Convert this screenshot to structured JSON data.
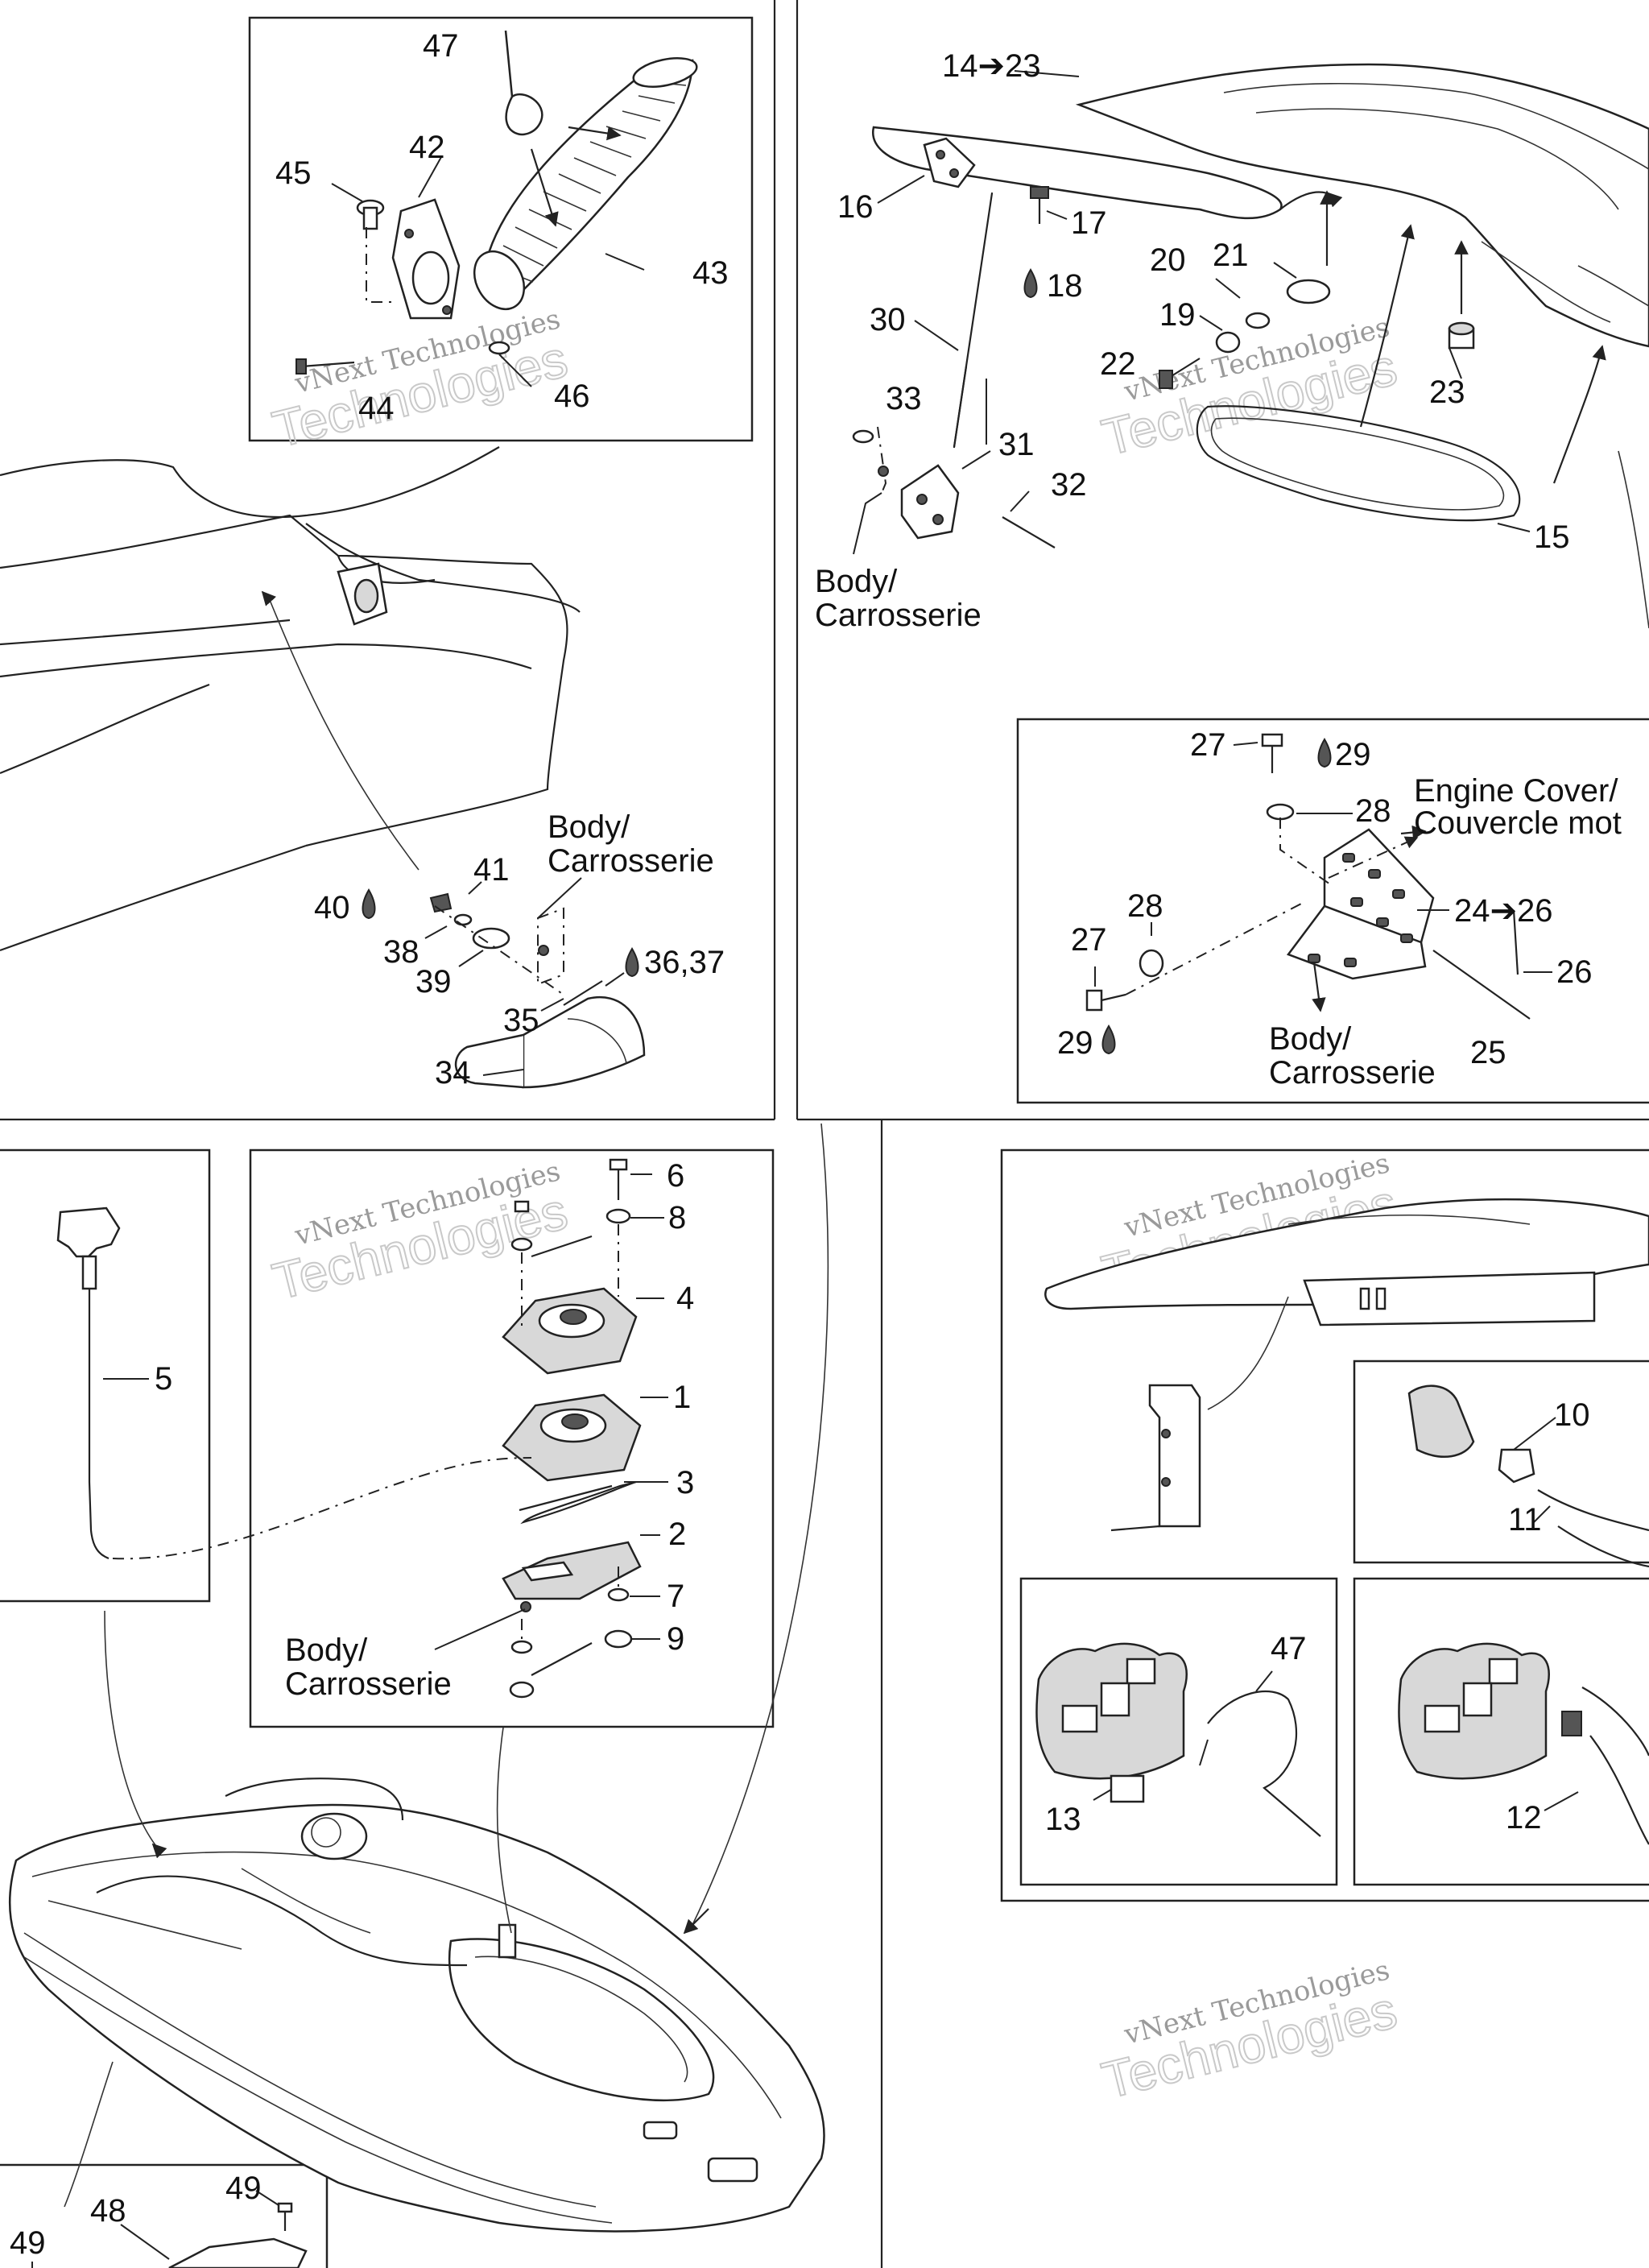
{
  "watermark": {
    "line1": "vNext Technologies",
    "line2": "Technologies",
    "line2_prefix": "vNext"
  },
  "panels": {
    "exhaust_vent": {
      "callouts": [
        "47",
        "42",
        "45",
        "43",
        "46",
        "44"
      ]
    },
    "seat_storage": {
      "callouts": [
        "14➔23",
        "16",
        "17",
        "18",
        "30",
        "20",
        "21",
        "19",
        "22",
        "33",
        "31",
        "32",
        "23",
        "15"
      ],
      "body_label_1": "Body/",
      "body_label_2": "Carrosserie"
    },
    "handle_mount": {
      "callouts": [
        "41",
        "40",
        "38",
        "39",
        "35",
        "36,37",
        "34"
      ],
      "body_label_1": "Body/",
      "body_label_2": "Carrosserie"
    },
    "engine_cover_hinge": {
      "callouts": [
        "27",
        "29",
        "28",
        "28",
        "27",
        "29",
        "24➔26",
        "26",
        "25"
      ],
      "engine_label_1": "Engine Cover/",
      "engine_label_2": "Couvercle mot",
      "body_label_1": "Body/",
      "body_label_2": "Carrosserie"
    },
    "dipstick": {
      "callouts": [
        "5"
      ]
    },
    "bracket_stack": {
      "callouts": [
        "6",
        "8",
        "4",
        "1",
        "3",
        "2",
        "7",
        "9"
      ],
      "body_label_1": "Body/",
      "body_label_2": "Carrosserie"
    },
    "cable_ties": {
      "callouts": [
        "10",
        "11",
        "47",
        "13",
        "12"
      ]
    },
    "bottom_left": {
      "callouts": [
        "49",
        "48",
        "49"
      ]
    }
  },
  "colors": {
    "ink": "#222222",
    "watermark": "#c9c9c9",
    "background": "#ffffff"
  },
  "icons": {
    "drop": "thread-locker-drop-icon",
    "arrow": "arrow-icon"
  }
}
